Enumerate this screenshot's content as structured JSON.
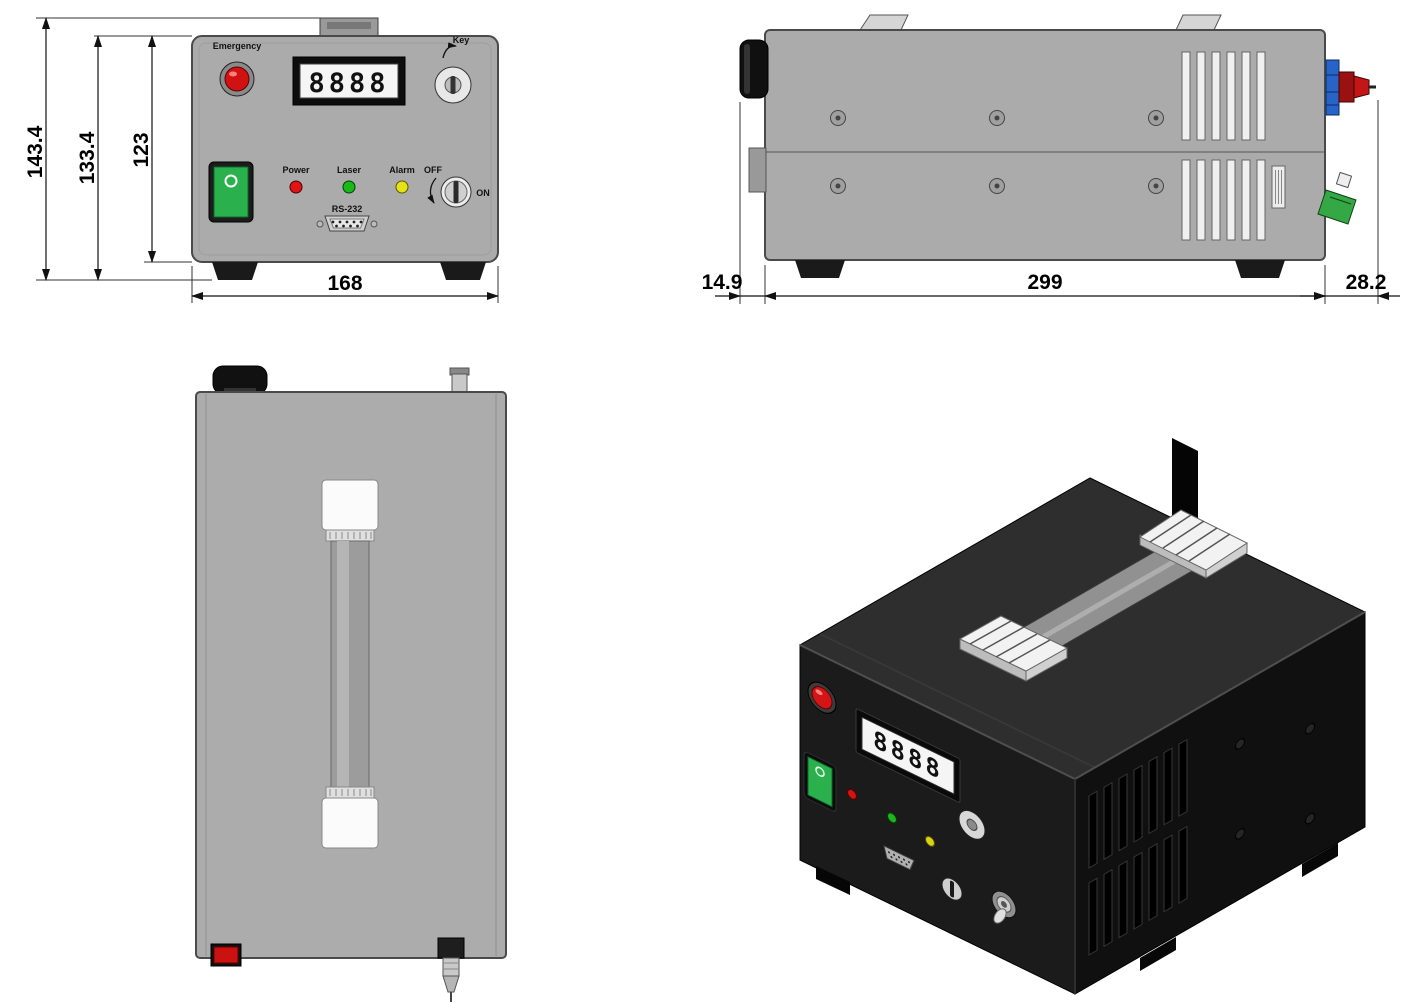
{
  "drawing": {
    "description": "Four-view technical drawing of a laser power supply unit: front view, side view, top view, isometric view"
  },
  "front": {
    "dim_overall_height": "143.4",
    "dim_body_height": "133.4",
    "dim_panel_height": "123",
    "dim_width": "168",
    "button_label": "Emergency",
    "display_value": "8888",
    "key_label": "Key",
    "led_power_label": "Power",
    "led_laser_label": "Laser",
    "led_alarm_label": "Alarm",
    "rs232_label": "RS-232",
    "keyswitch_off_label": "OFF",
    "keyswitch_on_label": "ON"
  },
  "side": {
    "dim_front_protrusion": "14.9",
    "dim_body_length": "299",
    "dim_rear_protrusion": "28.2"
  },
  "iso": {
    "display_value": "8888"
  },
  "colors": {
    "body_gray": "#ababab",
    "outline": "#4a4a4a",
    "button_red": "#d01212",
    "switch_green": "#2ab04d",
    "led_power_red": "#e01414",
    "led_laser_green": "#19b919",
    "led_alarm_yellow": "#e6e21a",
    "connector_blue": "#2863c8",
    "fiber_red": "#c41616",
    "plug_green": "#34a844",
    "iso_body_black": "#1b1b1b"
  }
}
